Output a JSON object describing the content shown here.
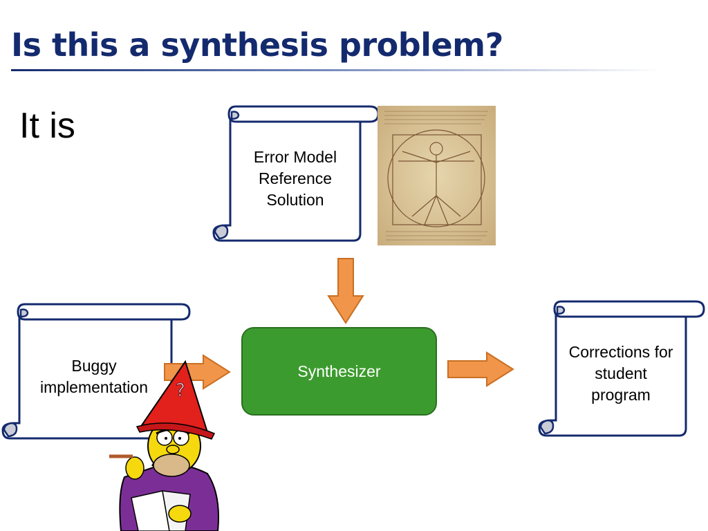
{
  "slide": {
    "title": "Is this a synthesis problem?",
    "bullet": "It is"
  },
  "diagram": {
    "top_scroll": {
      "lines": [
        "Error Model",
        "Reference",
        "Solution"
      ]
    },
    "left_scroll": {
      "lines": [
        "Buggy",
        "implementation"
      ]
    },
    "right_scroll": {
      "lines": [
        "Corrections for",
        "student",
        "program"
      ]
    },
    "synthesizer": {
      "label": "Synthesizer"
    }
  },
  "images": {
    "vitruvian": "vitruvian-man-drawing",
    "wizard": "homer-simpson-wizard-cartoon"
  },
  "colors": {
    "title": "#142a6e",
    "scroll_stroke": "#142a6e",
    "scroll_curl": "#c9ccd6",
    "arrow_fill": "#f0954a",
    "arrow_stroke": "#c96f23",
    "synth_fill": "#3c9b2e",
    "synth_border": "#2b6e21",
    "parchment": "#d8c39a"
  }
}
